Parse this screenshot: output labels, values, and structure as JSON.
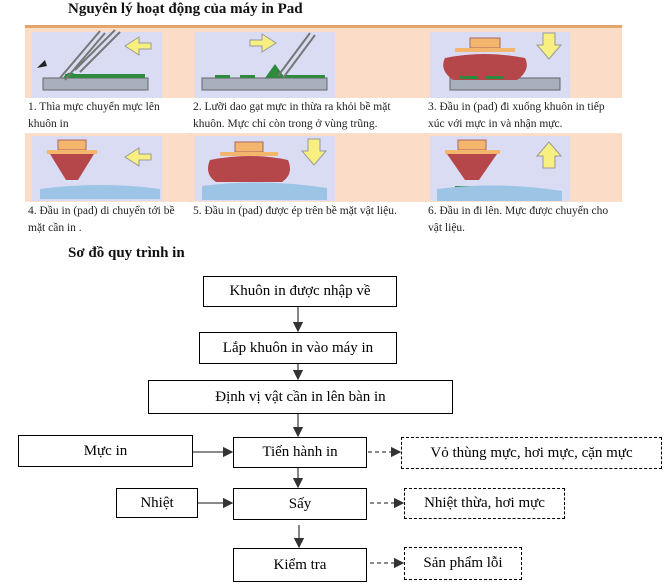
{
  "title": "Nguyên lý hoạt động của máy in Pad",
  "steps": [
    {
      "caption": "1. Thìa mực chuyển mực lên khuôn in"
    },
    {
      "caption": "2. Lưỡi dao gạt mực in thừa ra khỏi bề mặt khuôn. Mực chỉ còn trong ở vùng trũng."
    },
    {
      "caption": "3. Đầu in  (pad) đi xuống khuôn in tiếp xúc với mực in và nhận mực."
    },
    {
      "caption": "4. Đầu in (pad) di chuyển tới bề mặt cần in ."
    },
    {
      "caption": "5. Đầu in (pad) được ép trên bề mặt vật liệu."
    },
    {
      "caption": "6. Đầu in đi lên. Mực được chuyển cho vật liệu."
    }
  ],
  "subtitle": "Sơ đồ quy trình in",
  "flow": {
    "n1": "Khuôn in được nhập về",
    "n2": "Lắp khuôn in vào máy in",
    "n3": "Định vị vật cần in lên bàn in",
    "n4": "Tiến hành in",
    "n5": "Sấy",
    "n6": "Kiểm tra",
    "in1": "Mực in",
    "in2": "Nhiệt",
    "out1": "Vỏ thùng mực, hơi mực, cặn mực",
    "out2": "Nhiệt thừa, hơi mực",
    "out3": "Sản phẩm lỗi"
  },
  "colors": {
    "pad": "#b5474a",
    "ink": "#2e8b3e",
    "arrow": "#f7ef80",
    "panel": "#d9dcf2",
    "peach": "#fbdcc7"
  }
}
